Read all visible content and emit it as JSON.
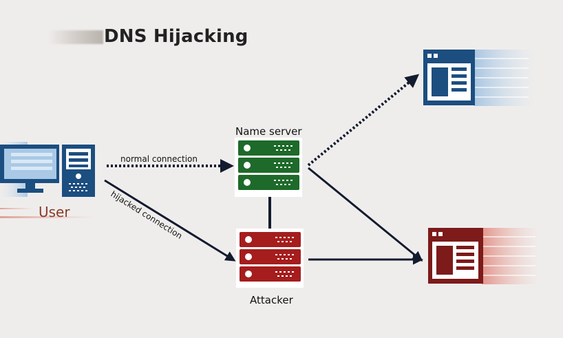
{
  "title": "DNS Hijacking",
  "nodes": {
    "user": "User",
    "name_server": "Name server",
    "attacker": "Attacker"
  },
  "edges": {
    "normal": "normal connection",
    "hijacked": "hijacked connection"
  },
  "colors": {
    "user_blue": "#1c4e80",
    "server_green": "#1e6a2a",
    "attacker_red": "#a51d1d",
    "site_red": "#7d1a1a",
    "arrow": "#131b2e"
  }
}
